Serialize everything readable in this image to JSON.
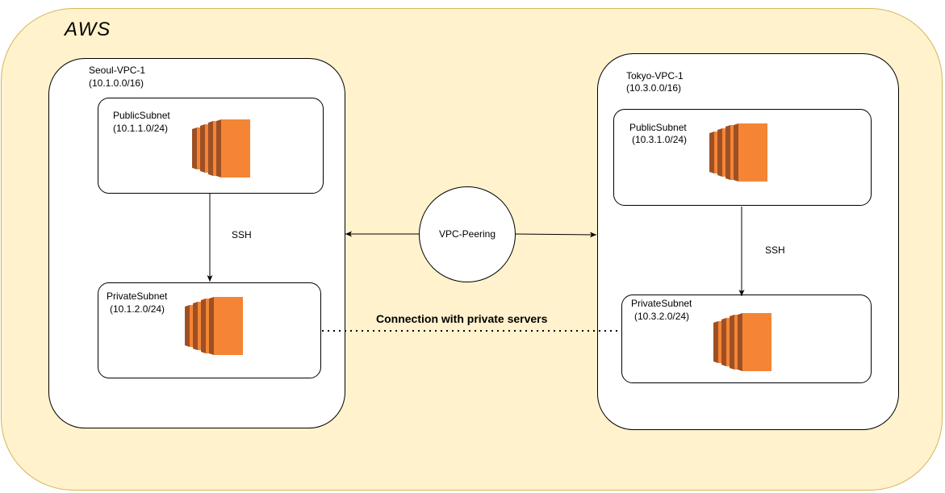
{
  "aws": {
    "title": "AWS"
  },
  "vpcs": [
    {
      "name": "Seoul-VPC-1",
      "cidr": "(10.1.0.0/16)",
      "public_subnet": {
        "name": "PublicSubnet",
        "cidr": "(10.1.1.0/24)"
      },
      "private_subnet": {
        "name": "PrivateSubnet",
        "cidr": "(10.1.2.0/24)"
      },
      "ssh_label": "SSH"
    },
    {
      "name": "Tokyo-VPC-1",
      "cidr": "(10.3.0.0/16)",
      "public_subnet": {
        "name": "PublicSubnet",
        "cidr": "(10.3.1.0/24)"
      },
      "private_subnet": {
        "name": "PrivateSubnet",
        "cidr": "(10.3.2.0/24)"
      },
      "ssh_label": "SSH"
    }
  ],
  "peering": {
    "label": "VPC-Peering"
  },
  "private_connection": {
    "label": "Connection with private servers"
  },
  "colors": {
    "ec2_orange": "#f58534",
    "ec2_dark": "#9d5025",
    "aws_fill": "#fff2cc",
    "aws_stroke": "#d6b656"
  },
  "icons": {
    "server": "ec2-instance-icon"
  }
}
